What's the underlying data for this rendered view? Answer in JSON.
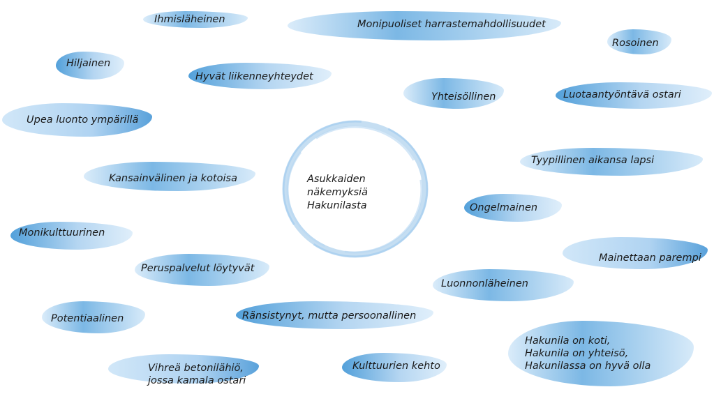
{
  "center": {
    "text": "Asukkaiden\nnäkemyksiä\nHakunilasta"
  },
  "terms": [
    "Ihmisläheinen",
    "Monipuoliset harrastemahdollisuudet",
    "Rosoinen",
    "Hiljainen",
    "Hyvät liikenneyhteydet",
    "Yhteisöllinen",
    "Luotaantyöntävä ostari",
    "Upea luonto ympärillä",
    "Tyypillinen aikansa lapsi",
    "Kansainvälinen ja kotoisa",
    "Ongelmainen",
    "Monikulttuurinen",
    "Mainettaan parempi",
    "Peruspalvelut löytyvät",
    "Luonnonläheinen",
    "Potentiaalinen",
    "Ränsistynyt, mutta persoonallinen",
    "Hakunila on koti,\nHakunila on yhteisö,\nHakunilassa on hyvä olla",
    "Vihreä betonilähiö,\njossa kamala ostari",
    "Kulttuurien kehto"
  ],
  "colors": {
    "brush": "#4096d6",
    "ring": "#7fb6e3",
    "text": "#1a1a1a"
  }
}
